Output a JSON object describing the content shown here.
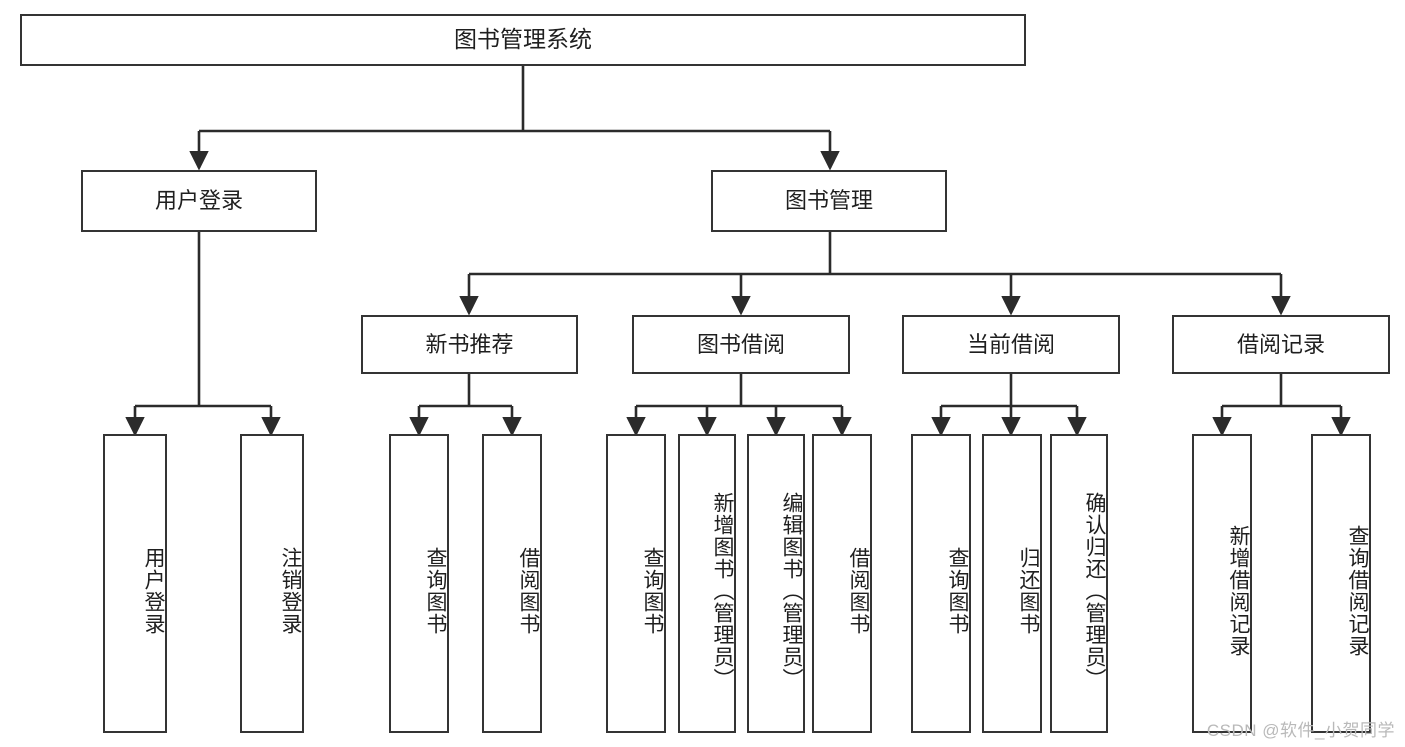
{
  "diagram": {
    "type": "tree",
    "title": "图书管理系统",
    "watermark": "CSDN @软件_小贺同学",
    "colors": {
      "box_border": "#343434",
      "box_fill": "#ffffff",
      "connector": "#2b2b2b",
      "text": "#1f1f1f",
      "watermark": "#b9b9b9"
    },
    "nodes": {
      "root": {
        "label": "图书管理系统"
      },
      "level2": [
        {
          "label": "用户登录"
        },
        {
          "label": "图书管理"
        }
      ],
      "level3": [
        {
          "label": "新书推荐"
        },
        {
          "label": "图书借阅"
        },
        {
          "label": "当前借阅"
        },
        {
          "label": "借阅记录"
        }
      ],
      "leaves_user_login": [
        {
          "label": "用户登录"
        },
        {
          "label": "注销登录"
        }
      ],
      "leaves_new_book": [
        {
          "label": "查询图书"
        },
        {
          "label": "借阅图书"
        }
      ],
      "leaves_borrow": [
        {
          "label": "查询图书"
        },
        {
          "label": "新增图书（管理员）"
        },
        {
          "label": "编辑图书（管理员）"
        },
        {
          "label": "借阅图书"
        }
      ],
      "leaves_current": [
        {
          "label": "查询图书"
        },
        {
          "label": "归还图书"
        },
        {
          "label": "确认归还（管理员）"
        }
      ],
      "leaves_records": [
        {
          "label": "新增借阅记录"
        },
        {
          "label": "查询借阅记录"
        }
      ]
    }
  }
}
